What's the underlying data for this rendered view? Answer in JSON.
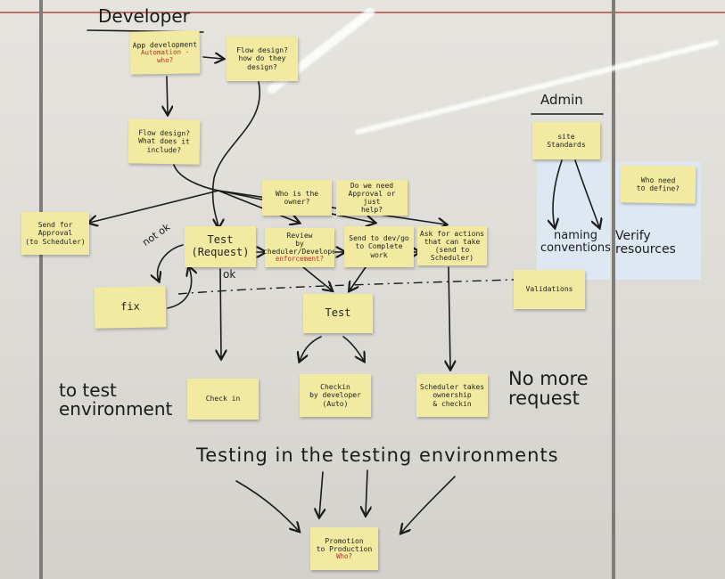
{
  "headings": {
    "developer": "Developer",
    "admin": "Admin"
  },
  "notes": {
    "app_dev": {
      "text": "App development",
      "red": "Automation - who?"
    },
    "flow_how": {
      "text": "Flow design?\nhow do they\ndesign?"
    },
    "flow_what": {
      "text": "Flow design?\nWhat does it\ninclude?"
    },
    "who_owner": {
      "text": "Who is the\nowner?"
    },
    "approval_help": {
      "text": "Do we need\nApproval or just\nhelp?"
    },
    "site_standards": {
      "text": "site\nStandards"
    },
    "who_define": {
      "text": "Who need\nto define?"
    },
    "send_approval": {
      "text": "Send for\nApproval\n(to Scheduler)"
    },
    "test_request": {
      "text": "Test\n(Request)"
    },
    "review": {
      "text": "Review\nby Scheduler/Developer",
      "red": "enforcement?"
    },
    "send_dev": {
      "text": "Send to dev/go\nto Complete\nwork"
    },
    "ask_actions": {
      "text": "Ask for actions\nthat can take\n(send to Scheduler)"
    },
    "validations": {
      "text": "Validations"
    },
    "fix": {
      "text": "fix"
    },
    "test": {
      "text": "Test"
    },
    "checkin": {
      "text": "Check in"
    },
    "checkin_dev": {
      "text": "Checkin\nby developer\n(Auto)"
    },
    "scheduler_takes": {
      "text": "Scheduler takes\nownership\n& checkin"
    },
    "promotion": {
      "text": "Promotion\nto Production",
      "red": "Who?"
    }
  },
  "handwriting": {
    "naming": "naming\nconventions",
    "verify": "Verify\nresources",
    "not_ok": "not ok",
    "ok": "ok",
    "to_test": "to test\nenvironment",
    "no_more": "No more\nrequest",
    "testing": "Testing in the testing environments"
  },
  "colors": {
    "sticky": "#f1eaa0",
    "ink": "#1b1b1b",
    "red_ink": "#b8302a",
    "board": "#e2e0db"
  }
}
